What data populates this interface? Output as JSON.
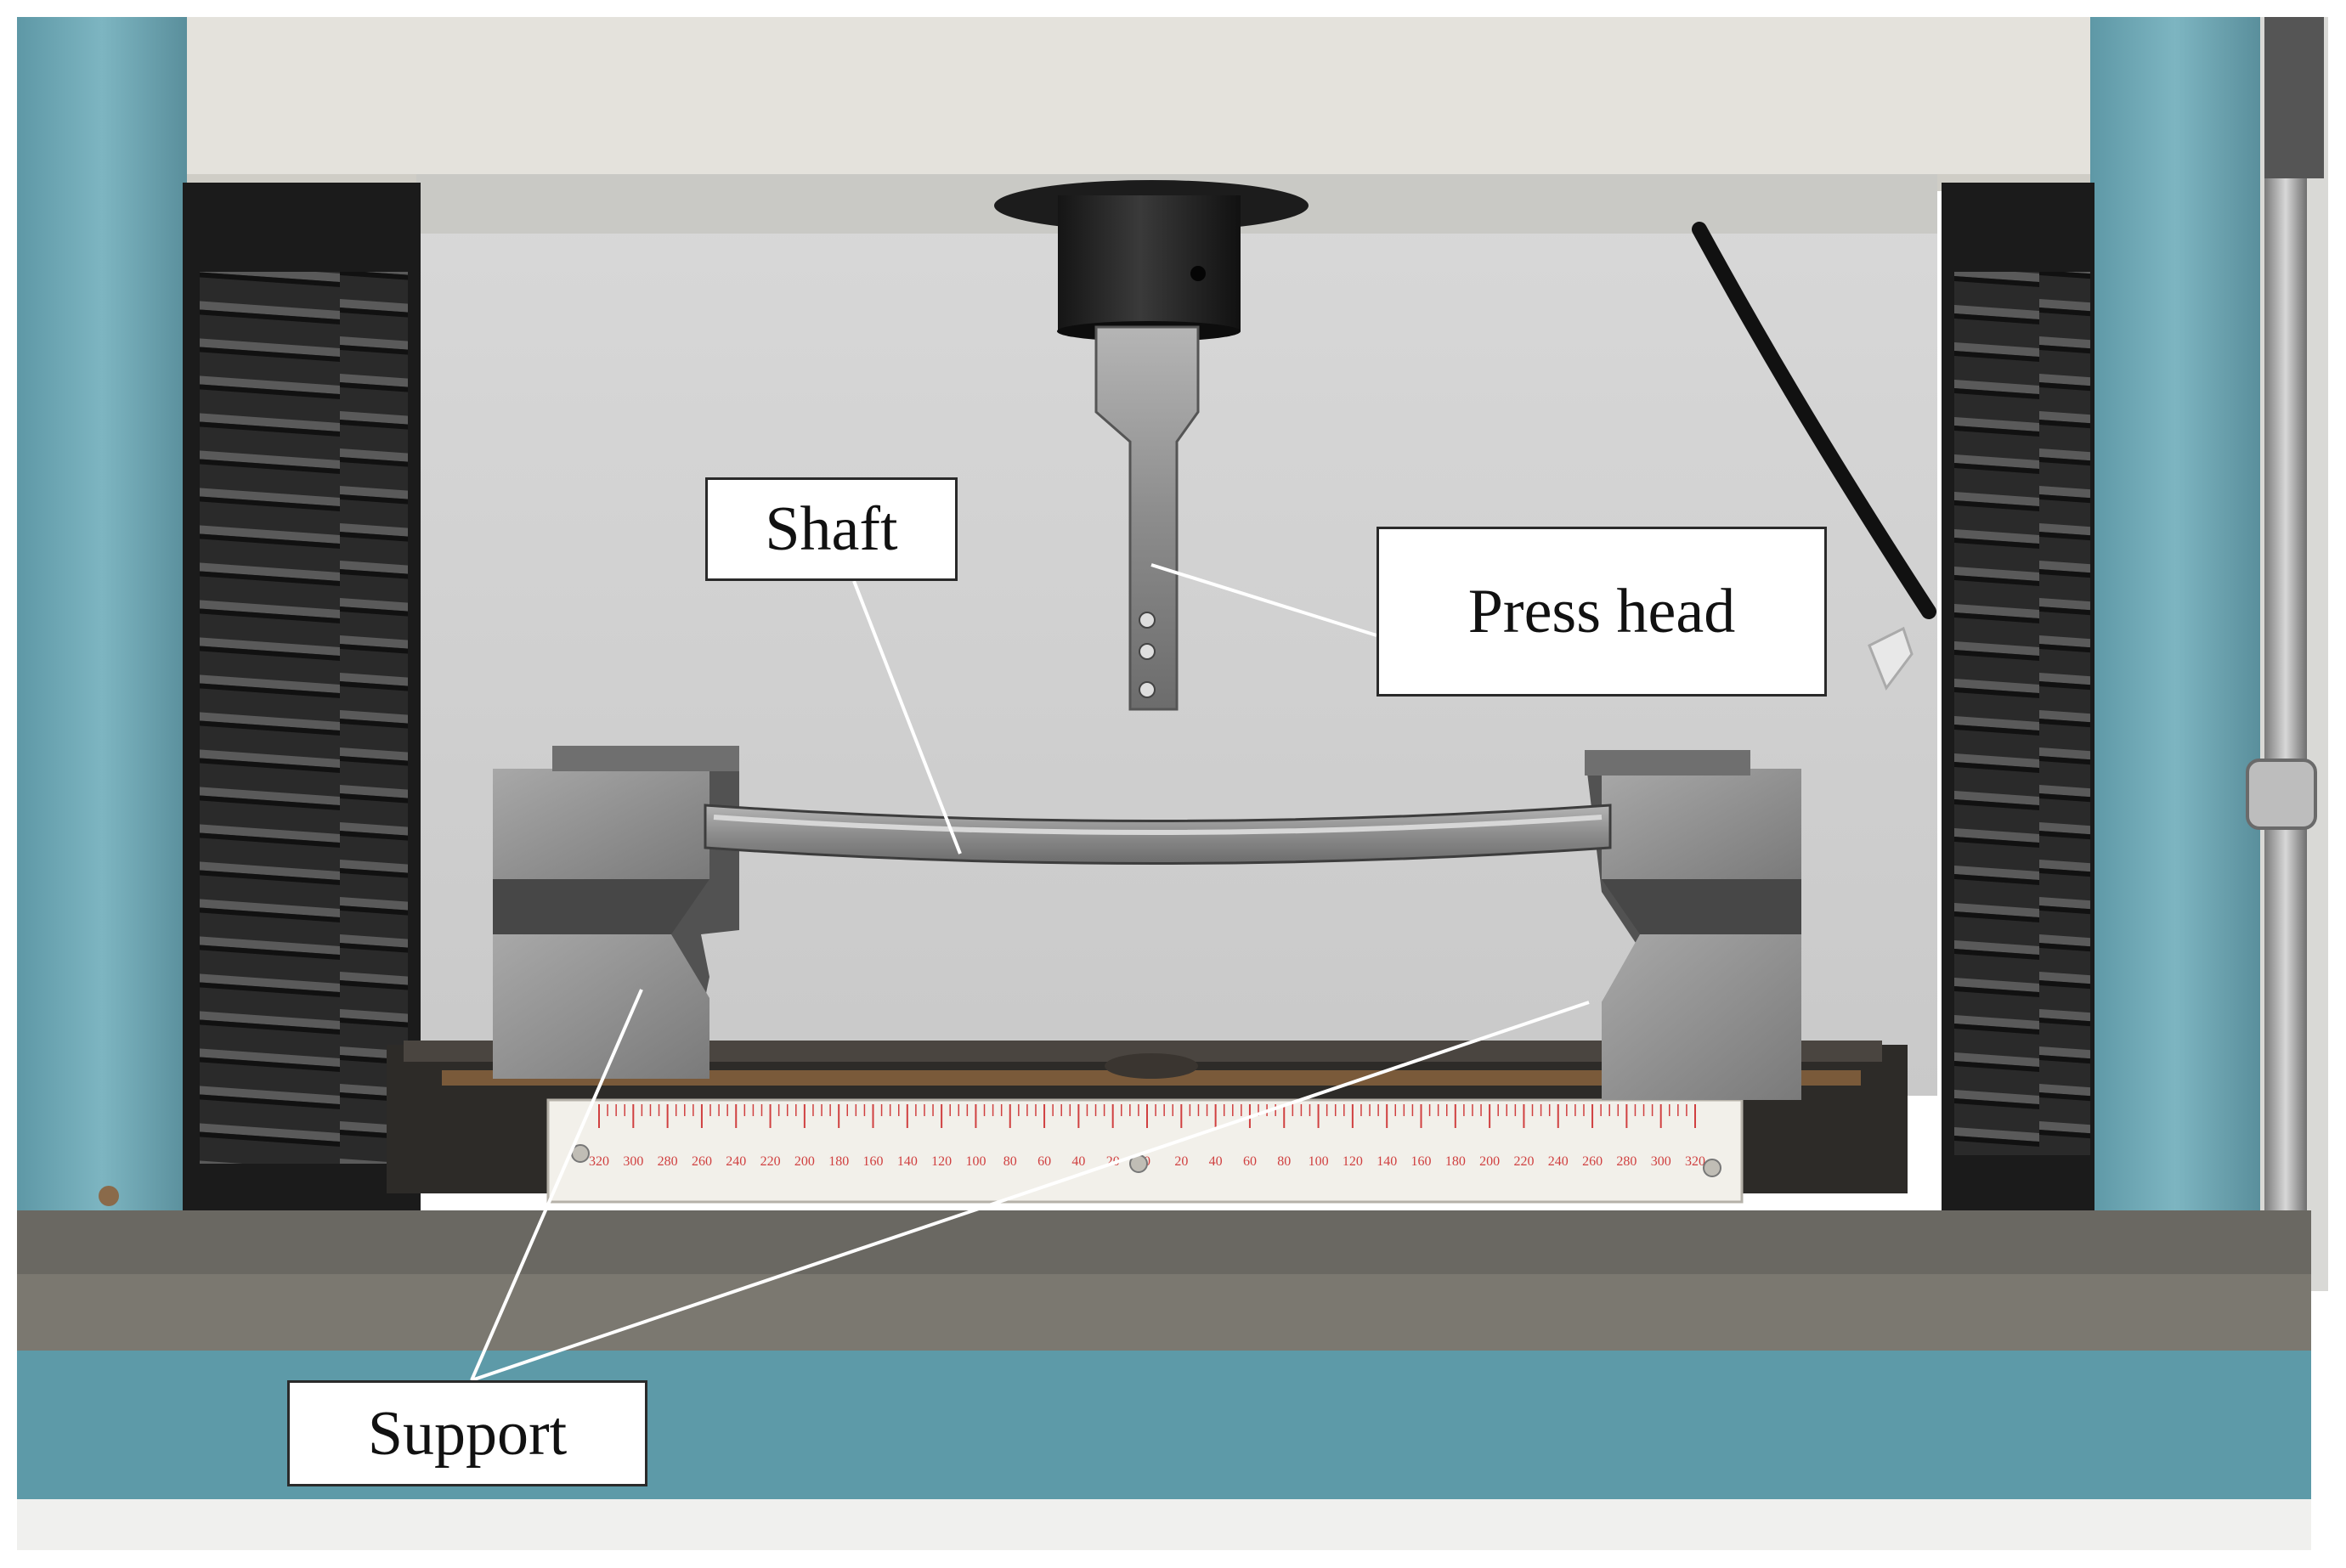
{
  "labels": {
    "shaft": "Shaft",
    "press_head": "Press head",
    "support": "Support"
  },
  "ruler": {
    "ticks": [
      "320",
      "300",
      "280",
      "260",
      "240",
      "220",
      "200",
      "180",
      "160",
      "140",
      "120",
      "100",
      "80",
      "60",
      "40",
      "20",
      "0",
      "20",
      "40",
      "60",
      "80",
      "100",
      "120",
      "140",
      "160",
      "180",
      "200",
      "220",
      "240",
      "260",
      "280",
      "300",
      "320"
    ]
  },
  "colors": {
    "frame_teal": "#6fa8b4",
    "back_panel": "#dcdcdc",
    "steel": "#8a8a8a",
    "ruler_text": "#d04040"
  }
}
